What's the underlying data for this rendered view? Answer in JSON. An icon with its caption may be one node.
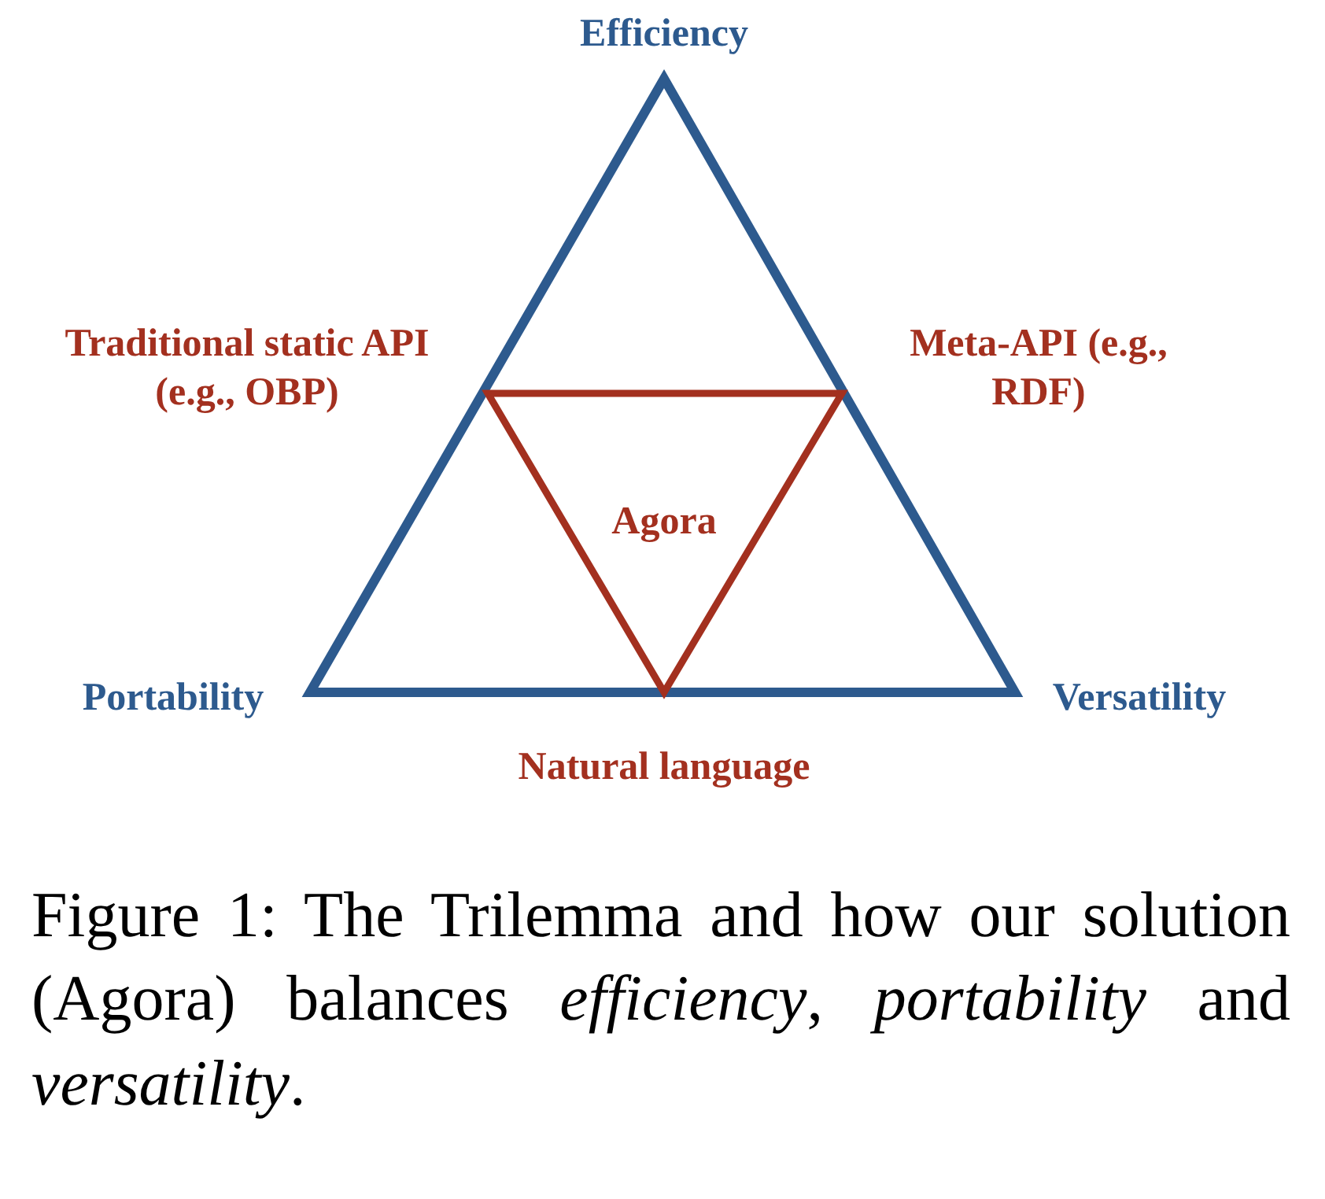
{
  "diagram": {
    "caption": "Figure 1: The Trilemma and how our solution (Agora) balances *efficiency*, *portability* and *versatility*.",
    "nodes": [
      {
        "text": [],
        "shape": "triangle"
      },
      {
        "text": [
          "Agora"
        ],
        "in": 0
      }
    ],
    "labels": [
      "Efficiency",
      "Traditional static API (e.g., OBP)",
      "Meta-API (e.g., RDF)",
      "Portability",
      "Versatility",
      "Natural language"
    ]
  }
}
